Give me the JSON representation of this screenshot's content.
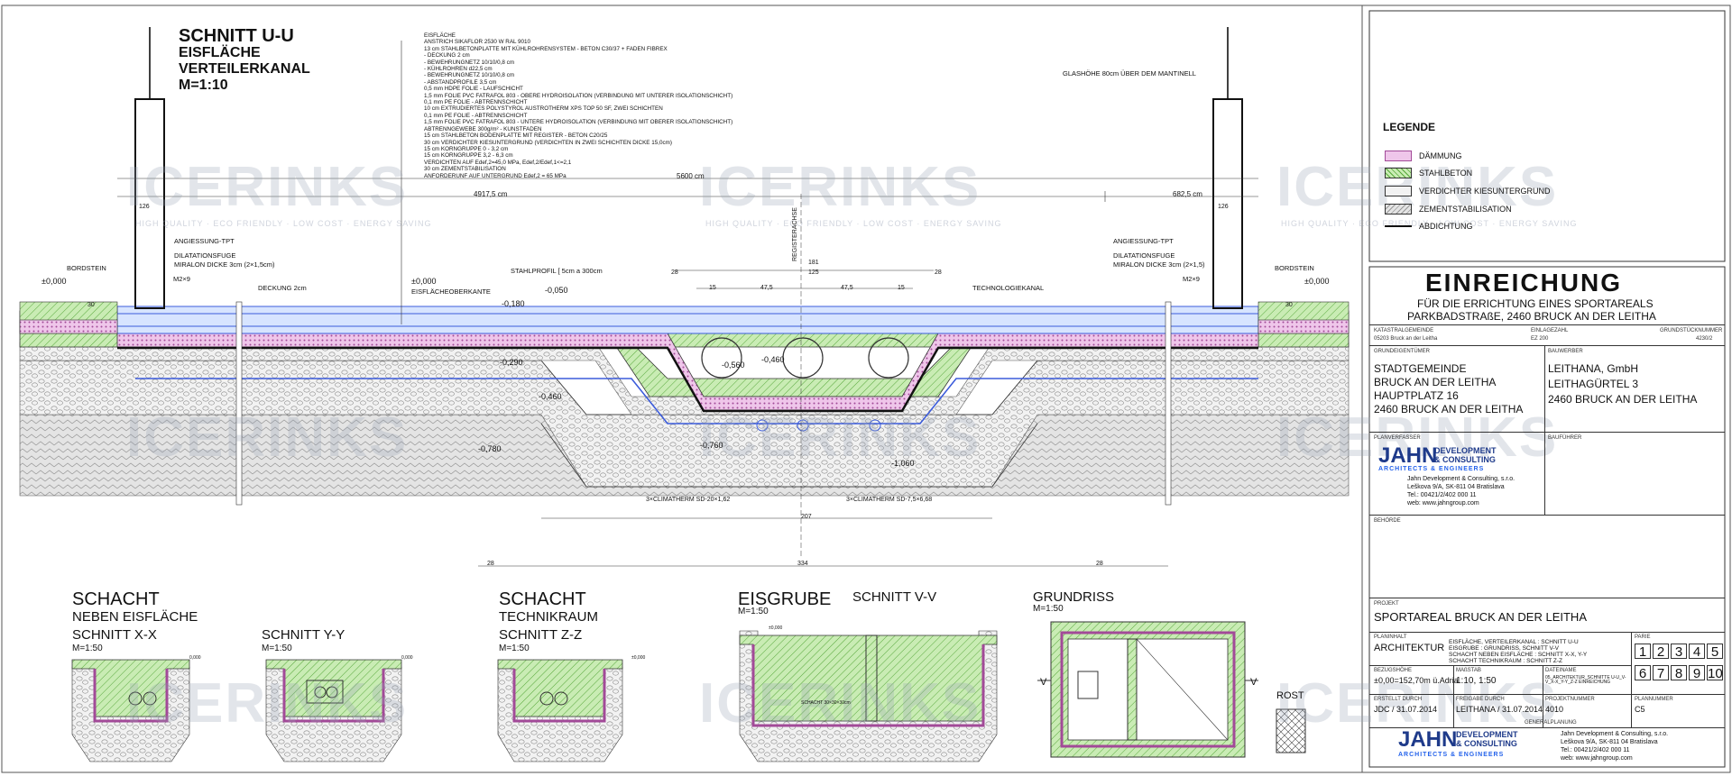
{
  "main_section": {
    "title_lines": [
      "SCHNITT U-U",
      "EISFLÄCHE",
      "VERTEILERKANAL",
      "M=1:10"
    ],
    "layers": [
      "EISFLÄCHE",
      "ANSTRICH SIKAFLOR 2530 W RAL 9010",
      "13 cm   STAHLBETONPLATTE MIT KÜHLROHRENSYSTEM - BETON C30/37 + FADEN FIBREX",
      "- DECKUNG 2 cm",
      "- BEWEHRUNGNETZ 10/10/0,8 cm",
      "- KÜHLROHREN d22,5 cm",
      "- BEWEHRUNGNETZ 10/10/0,8 cm",
      "- ABSTANDPROFILE 3,5 cm",
      "0,5 mm   HDPE FOLIE - LAUFSCHICHT",
      "1,5 mm   FOLIE PVC FATRAFOL 803 - OBERE HYDROISOLATION (VERBINDUNG MIT UNTERER ISOLATIONSCHICHT)",
      "0,1 mm   PE FOLIE - ABTRENNSCHICHT",
      "10 cm   EXTRUDIERTES POLYSTYROL AUSTROTHERM XPS TOP 50 SF, ZWEI SCHICHTEN",
      "0,1 mm   PE FOLIE - ABTRENNSCHICHT",
      "1,5 mm   FOLIE PVC FATRAFOL 803 - UNTERE HYDROISOLATION (VERBINDUNG MIT OBERER ISOLATIONSCHICHT)",
      "ABTRENNGEWEBE 300g/m² - KUNSTFADEN",
      "15 cm   STAHLBETON BODENPLATTE MIT REGISTER - BETON C20/25",
      "30 cm   VERDICHTER KIESUNTERGRUND (VERDICHTEN IN ZWEI SCHICHTEN DICKE 15,0cm)",
      "15 cm KORNGRUPPE 0 - 3,2 cm",
      "15 cm KORNGRUPPE 3,2 - 6,3 cm",
      "VERDICHTEN AUF Edef,2=45,0 MPa, Edef,2/Edef,1<=2,1",
      "30 cm   ZEMENTSTABILISATION",
      "ANFORDERUNF AUF UNTERGRUND Edef,2 = 65 MPa"
    ],
    "labels": {
      "dim_total": "5600 cm",
      "dim_left": "4917,5 cm",
      "dim_right": "682,5 cm",
      "glass_height": "GLASHÖHE 80cm ÜBER DEM MANTINELL",
      "registerachse": "REGISTERACHSE",
      "angiessung_l": "ANGIESSUNG-TPT",
      "angiessung_r": "ANGIESSUNG-TPT",
      "dilatation_l": "DILATATIONSFUGE",
      "miralon_l": "MIRALON DICKE 3cm (2×1,5cm)",
      "dilatation_r": "DILATATIONSFUGE",
      "miralon_r": "MIRALON DICKE 3cm (2×1,5)",
      "bordstein_l": "BORDSTEIN",
      "bordstein_r": "BORDSTEIN",
      "m2x9_l": "M2×9",
      "m2x9_r": "M2×9",
      "level0_l": "±0,000",
      "level0_r": "±0,000",
      "level0_mid": "±0,000",
      "deckung": "DECKUNG 2cm",
      "eisoberkante": "EISFLÄCHEOBERKANTE",
      "stahlprofil": "STAHLPROFIL [ 5cm a 300cm",
      "technologiekanal": "TECHNOLOGIEKANAL",
      "lv_050": "-0,050",
      "lv_180": "-0,180",
      "lv_290": "-0,290",
      "lv_460": "-0,460",
      "lv_460b": "-0,460",
      "lv_560": "-0,560",
      "lv_760": "-0,760",
      "lv_780": "-0,780",
      "lv_1060": "-1,060",
      "climatherm_l": "3×CLIMATHERM SD-20×1,62",
      "climatherm_r": "3×CLIMATHERM SD-7,5×6,68",
      "d28a": "28",
      "d125": "125",
      "d28b": "28",
      "d181": "181",
      "d15a": "15",
      "d475a": "47,5",
      "d475b": "47,5",
      "d15b": "15",
      "d207": "207",
      "d334": "334",
      "d28c": "28",
      "d28d": "28",
      "d30a": "30",
      "d30b": "30",
      "d126a": "126",
      "d126b": "126"
    }
  },
  "details": [
    {
      "title": "SCHACHT",
      "sub1": "NEBEN EISFLÄCHE",
      "sub2": "SCHNITT  X-X",
      "scale": "M=1:50"
    },
    {
      "title": "SCHNITT  Y-Y",
      "scale": "M=1:50"
    },
    {
      "title": "SCHACHT",
      "sub1": "TECHNIKRAUM",
      "sub2": "SCHNITT  Z-Z",
      "scale": "M=1:50"
    },
    {
      "title": "EISGRUBE",
      "sub1": "SCHNITT  V-V",
      "scale": "M=1:50"
    },
    {
      "title": "GRUNDRISS",
      "scale": "M=1:50"
    }
  ],
  "detail_labels": {
    "rost": "ROST",
    "v_left": "V",
    "v_right": "V",
    "schacht_small": "SCHACHT 30×30×30cm",
    "lv_000_a": "0,000",
    "lv_000_b": "0,000",
    "lv_000_c": "±0,000",
    "lv_000_d": "±0,000"
  },
  "legend": {
    "title": "LEGENDE",
    "items": [
      {
        "label": "DÄMMUNG",
        "color": "#d69ad0"
      },
      {
        "label": "STAHLBETON",
        "color": "#9fd67f"
      },
      {
        "label": "VERDICHTER KIESUNTERGRUND",
        "color": "#e6e6e6"
      },
      {
        "label": "ZEMENTSTABILISATION",
        "color": "#c8c8c8"
      },
      {
        "label": "ABDICHTUNG",
        "color": "#111111"
      }
    ]
  },
  "title_block": {
    "heading": "EINREICHUNG",
    "sub1": "FÜR DIE ERRICHTUNG EINES SPORTAREALS",
    "sub2": "PARKBADSTRAßE, 2460 BRUCK AN DER LEITHA",
    "kg_label": "KATASTRALGEMEINDE",
    "kg_value": "05203 Bruck an der Leitha",
    "ez_label": "EINLAGEZAHL",
    "ez_value": "EZ 200",
    "gst_label": "GRUNDSTÜCKNUMMER",
    "gst_value": "4230/2",
    "owner_label": "GRUNDEIGENTÜMER",
    "owner_lines": [
      "STADTGEMEINDE",
      "BRUCK AN DER LEITHA",
      "HAUPTPLATZ 16",
      "2460 BRUCK AN DER LEITHA"
    ],
    "builder_label": "BAUWERBER",
    "builder_lines": [
      "LEITHANA, GmbH",
      "LEITHAGÜRTEL 3",
      "2460 BRUCK AN DER LEITHA"
    ],
    "planverfasser_label": "PLANVERFASSER",
    "bauführer_label": "BAUFÜHRER",
    "jahn_big": "JAHN",
    "jahn_right1": "DEVELOPMENT",
    "jahn_right2": "& CONSULTING",
    "jahn_sub": "ARCHITECTS & ENGINEERS",
    "company_lines": [
      "Jahn Development & Consulting, s.r.o.",
      "Leškova 9/A, SK-811 04 Bratislava",
      "Tel.: 00421/2/402 000 11",
      "web: www.jahngroup.com"
    ],
    "behoerde_label": "BEHÖRDE",
    "projekt_label": "PROJEKT",
    "projekt_value": "SPORTAREAL BRUCK AN DER LEITHA",
    "planinhalt_label": "PLANINHALT",
    "fach": "ARCHITEKTUR",
    "planinhalt_lines": [
      "EISFLÄCHE, VERTEILERKANAL : SCHNITT U-U",
      "EISGRUBE : GRUNDRISS, SCHNITT V-V",
      "SCHACHT NEBEN EISFLÄCHE : SCHNITT X-X, Y-Y",
      "SCHACHT TECHNIKRAUM : SCHNITT Z-Z"
    ],
    "parie_label": "PARIE",
    "parie_numbers_1": [
      "1",
      "2",
      "3",
      "4",
      "5"
    ],
    "parie_numbers_2": [
      "6",
      "7",
      "8",
      "9",
      "10"
    ],
    "bezugshoehe_label": "BEZUGSHÖHE",
    "bezugshoehe_value": "±0,00=152,70m ü.Adria",
    "massstab_label": "MAßSTAB",
    "massstab_value": "1:10, 1:50",
    "datei_label": "DATEINAME",
    "datei_value": "05_ARCHITEKTUR_SCHNITTE U-U_V-V_X-X_Y-Y_Z-Z EINREICHUNG",
    "erstellt_label": "ERSTELLT DURCH",
    "erstellt_value": "JDC / 31.07.2014",
    "freigabe_label": "FREIGABE DURCH",
    "freigabe_value": "LEITHANA / 31.07.2014",
    "projnr_label": "PROJEKTNUMMER",
    "projnr_value": "4010",
    "plannr_label": "PLANNUMMER",
    "plannr_value": "C5",
    "generalplanung_label": "GENERALPLANUNG"
  },
  "watermark": {
    "text": "ICERINKS",
    "tagline": "HIGH QUALITY · ECO FRIENDLY · LOW COST · ENERGY SAVING"
  },
  "colors": {
    "insulation": "#d69ad0",
    "concrete": "#9fd67f",
    "gravel": "#e6e6e6",
    "cement": "#c8c8c8",
    "pipe_blue": "#3b5bdb",
    "line": "#111111"
  }
}
